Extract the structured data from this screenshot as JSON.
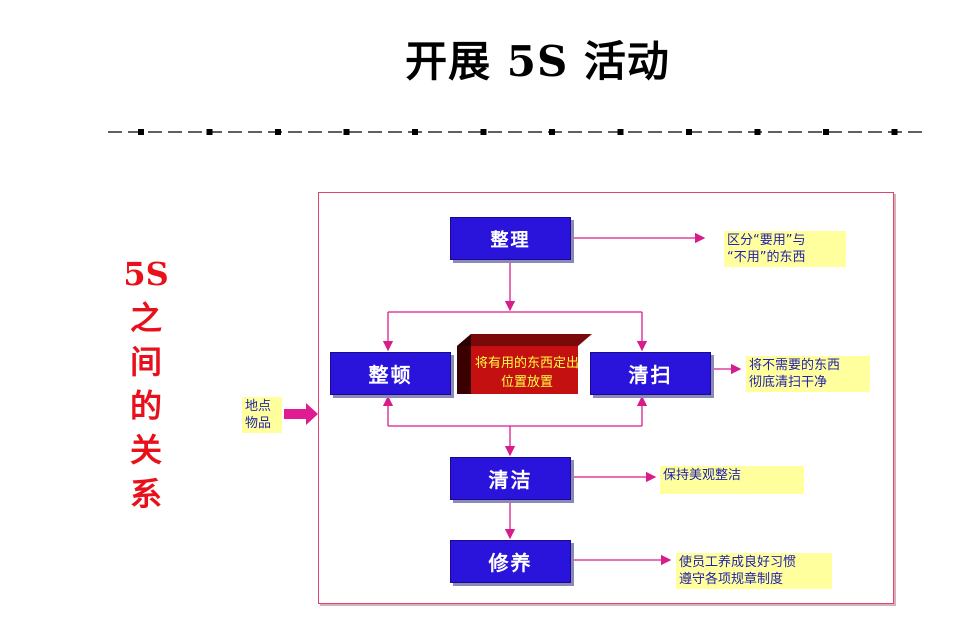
{
  "title": "开展 5S 活动",
  "side_title": [
    "5S",
    "之",
    "间",
    "的",
    "关",
    "系"
  ],
  "boxes": {
    "seiri": "整理",
    "seiton": "整顿",
    "seiso": "清扫",
    "seiketsu": "清洁",
    "shitsuke": "修养"
  },
  "cube_text": "将有用的东西定出位置放置",
  "notes": {
    "seiri": "区分“要用”与\n“不用”的东西",
    "seiso": "将不需要的东西\n彻底清扫干净",
    "seiketsu": "保持美观整洁",
    "shitsuke": "使员工养成良好习惯\n遵守各项规章制度",
    "seiton_input": "地点\n物品"
  },
  "colors": {
    "box_fill": "#2a14dc",
    "note_fill": "#ffff9e",
    "note_text": "#2222aa",
    "arrow": "#d81c8c",
    "side_title": "#e8101a",
    "cube_front": "#c41010"
  }
}
